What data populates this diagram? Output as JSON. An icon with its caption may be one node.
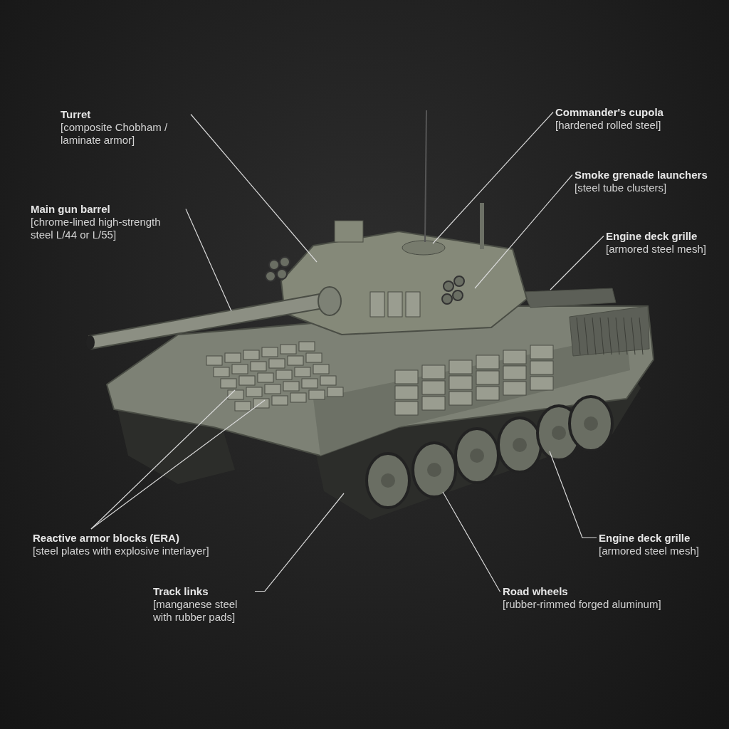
{
  "diagram": {
    "nodes": [
      {
        "text": [
          "Turret",
          "[composite Chobham / laminate armor]"
        ]
      },
      {
        "text": [
          "Commander's cupola",
          "[hardened rolled steel]"
        ]
      },
      {
        "text": [
          "Main gun barrel",
          "[chrome-lined high-strength steel L/44 or L/55]"
        ]
      },
      {
        "text": [
          "Smoke grenade launchers",
          "[steel tube clusters]"
        ]
      },
      {
        "text": [
          "Engine deck grille",
          "[armored steel mesh]"
        ]
      },
      {
        "text": [
          "Reactive armor blocks (ERA)",
          "[steel plates with explosive interlayer]"
        ]
      },
      {
        "text": [
          "Engine deck grille",
          "[armored steel mesh]"
        ]
      },
      {
        "text": [
          "Track links",
          "[manganese steel with rubber pads]"
        ]
      },
      {
        "text": [
          "Road wheels",
          "[rubber-rimmed forged aluminum]"
        ]
      }
    ],
    "edges": [
      {
        "from": 0,
        "to": null,
        "arrow": "none"
      },
      {
        "from": 1,
        "to": null,
        "arrow": "none"
      },
      {
        "from": 2,
        "to": null,
        "arrow": "none"
      },
      {
        "from": 3,
        "to": null,
        "arrow": "none"
      },
      {
        "from": 4,
        "to": null,
        "arrow": "none"
      },
      {
        "from": 5,
        "to": null,
        "arrow": "none"
      },
      {
        "from": 5,
        "to": null,
        "arrow": "none"
      },
      {
        "from": 6,
        "to": null,
        "arrow": "none"
      },
      {
        "from": 7,
        "to": null,
        "arrow": "none"
      },
      {
        "from": 8,
        "to": null,
        "arrow": "none"
      }
    ]
  }
}
